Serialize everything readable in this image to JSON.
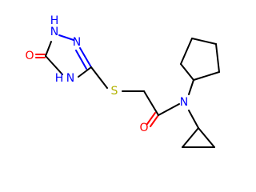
{
  "molecule": {
    "atoms": {
      "o_ring": "O",
      "n_ring_1": "N",
      "h_ring_1": "H",
      "n_ring_2": "N",
      "n_ring_4": "N",
      "h_ring_4": "H",
      "s": "S",
      "n_amide": "N",
      "o_amide": "O"
    }
  },
  "colors": {
    "carbon_bond": "#000000",
    "nitrogen": "#0000ff",
    "oxygen": "#ff0000",
    "sulfur": "#b2b200"
  }
}
